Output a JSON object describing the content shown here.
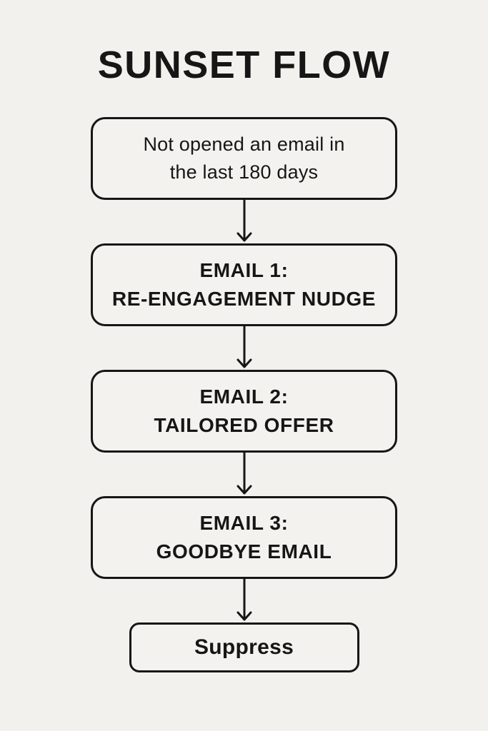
{
  "title": "SUNSET FLOW",
  "colors": {
    "background": "#F2F1ED",
    "ink": "#161616"
  },
  "flow": {
    "nodes": [
      {
        "id": "trigger",
        "line1": "Not opened an email in",
        "line2": "the last 180 days"
      },
      {
        "id": "email-1",
        "line1": "EMAIL 1:",
        "line2": "RE-ENGAGEMENT NUDGE"
      },
      {
        "id": "email-2",
        "line1": "EMAIL 2:",
        "line2": "TAILORED OFFER"
      },
      {
        "id": "email-3",
        "line1": "EMAIL 3:",
        "line2": "GOODBYE EMAIL"
      },
      {
        "id": "suppress",
        "line1": "Suppress"
      }
    ]
  }
}
